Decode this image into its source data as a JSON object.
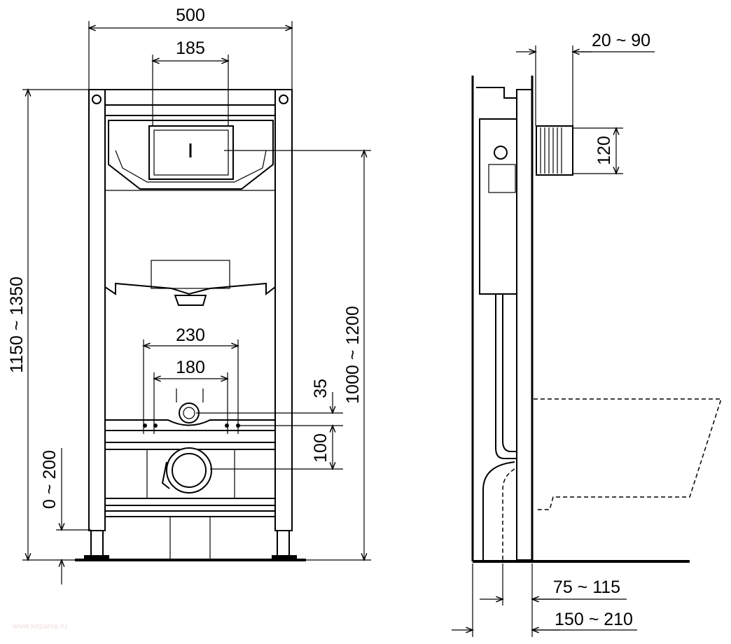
{
  "drawing": {
    "front_view": {
      "dimensions": {
        "frame_width": "500",
        "flush_plate_width": "185",
        "total_height": "1150 ~ 1350",
        "tank_height": "1000 ~ 1200",
        "bolt_spacing_outer": "230",
        "bolt_spacing_inner": "180",
        "bolt_to_inlet": "35",
        "inlet_to_outlet": "100",
        "foot_adjustment": "0 ~ 200"
      }
    },
    "side_view": {
      "dimensions": {
        "plate_offset": "20 ~ 90",
        "inlet_height": "120",
        "wall_depth_inner": "75 ~ 115",
        "wall_depth_outer": "150 ~ 210"
      }
    },
    "watermark": "www.kepania.ru",
    "line_color": "#000000",
    "background": "#ffffff"
  }
}
